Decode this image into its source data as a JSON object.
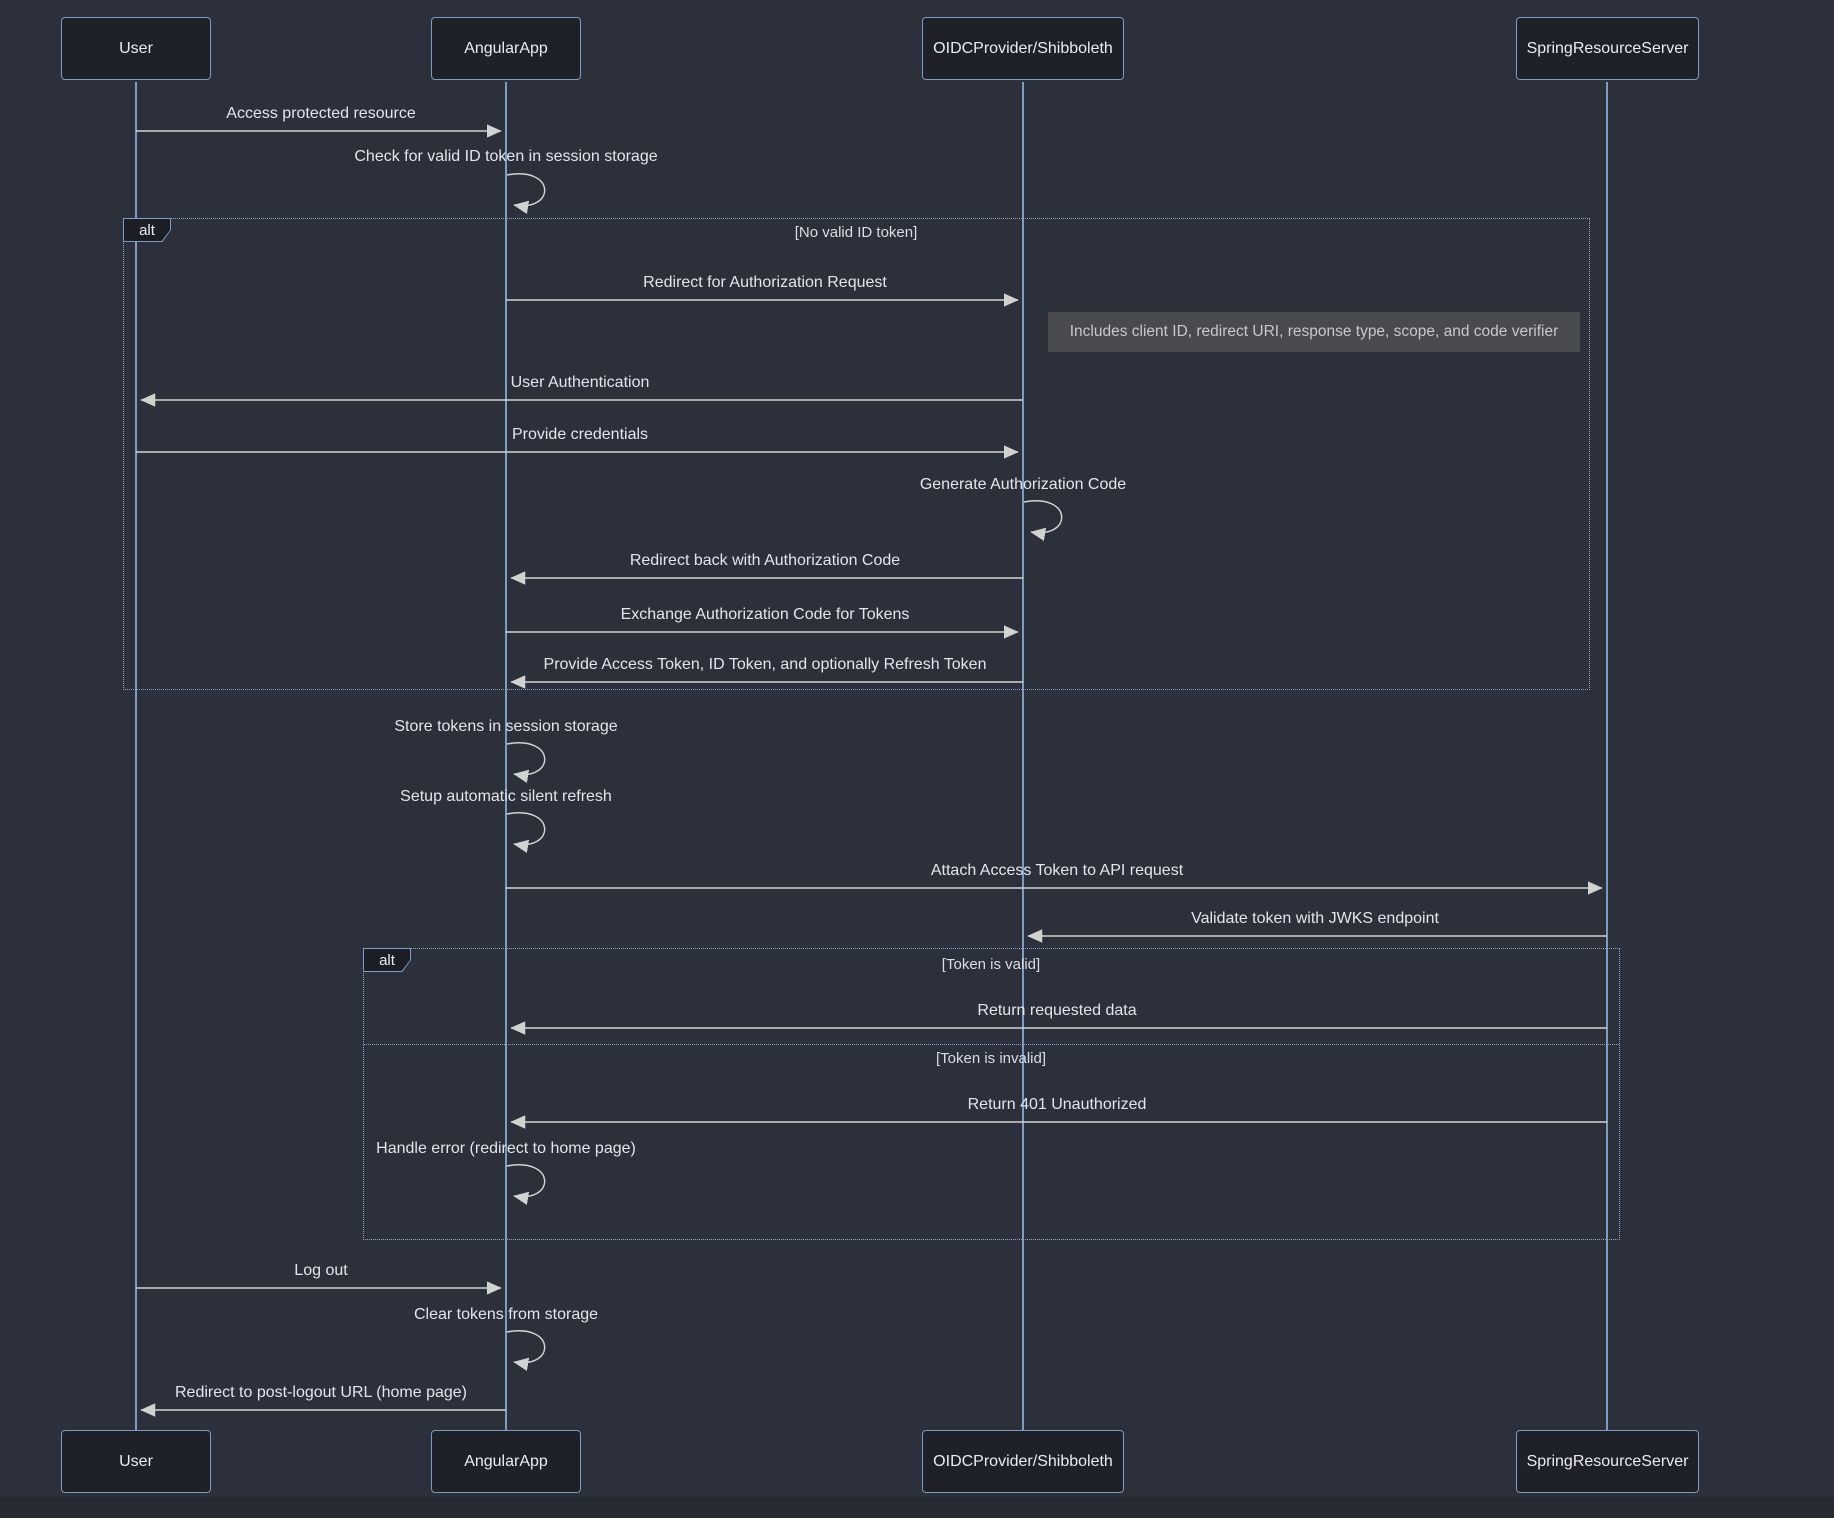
{
  "diagram_type": "sequence-diagram",
  "participants": [
    {
      "name": "User"
    },
    {
      "name": "AngularApp"
    },
    {
      "name": "OIDCProvider/Shibboleth"
    },
    {
      "name": "SpringResourceServer"
    }
  ],
  "messages": [
    {
      "label": "Access protected resource",
      "from": "User",
      "to": "AngularApp",
      "kind": "solid-arrow"
    },
    {
      "label": "Check for valid ID token in session storage",
      "from": "AngularApp",
      "to": "AngularApp",
      "kind": "self"
    },
    {
      "label": "Redirect for Authorization Request",
      "from": "AngularApp",
      "to": "OIDCProvider/Shibboleth",
      "kind": "solid-arrow"
    },
    {
      "label": "User Authentication",
      "from": "OIDCProvider/Shibboleth",
      "to": "User",
      "kind": "solid-arrow"
    },
    {
      "label": "Provide credentials",
      "from": "User",
      "to": "OIDCProvider/Shibboleth",
      "kind": "solid-arrow"
    },
    {
      "label": "Generate Authorization Code",
      "from": "OIDCProvider/Shibboleth",
      "to": "OIDCProvider/Shibboleth",
      "kind": "self"
    },
    {
      "label": "Redirect back with Authorization Code",
      "from": "OIDCProvider/Shibboleth",
      "to": "AngularApp",
      "kind": "solid-arrow"
    },
    {
      "label": "Exchange Authorization Code for Tokens",
      "from": "AngularApp",
      "to": "OIDCProvider/Shibboleth",
      "kind": "solid-arrow"
    },
    {
      "label": "Provide Access Token, ID Token, and optionally Refresh Token",
      "from": "OIDCProvider/Shibboleth",
      "to": "AngularApp",
      "kind": "solid-arrow"
    },
    {
      "label": "Store tokens in session storage",
      "from": "AngularApp",
      "to": "AngularApp",
      "kind": "self"
    },
    {
      "label": "Setup automatic silent refresh",
      "from": "AngularApp",
      "to": "AngularApp",
      "kind": "self"
    },
    {
      "label": "Attach Access Token to API request",
      "from": "AngularApp",
      "to": "SpringResourceServer",
      "kind": "solid-arrow"
    },
    {
      "label": "Validate token with JWKS endpoint",
      "from": "SpringResourceServer",
      "to": "OIDCProvider/Shibboleth",
      "kind": "solid-arrow"
    },
    {
      "label": "Return requested data",
      "from": "SpringResourceServer",
      "to": "AngularApp",
      "kind": "solid-arrow"
    },
    {
      "label": "Return 401 Unauthorized",
      "from": "SpringResourceServer",
      "to": "AngularApp",
      "kind": "solid-arrow"
    },
    {
      "label": "Handle error (redirect to home page)",
      "from": "AngularApp",
      "to": "AngularApp",
      "kind": "self"
    },
    {
      "label": "Log out",
      "from": "User",
      "to": "AngularApp",
      "kind": "solid-arrow"
    },
    {
      "label": "Clear tokens from storage",
      "from": "AngularApp",
      "to": "AngularApp",
      "kind": "self"
    },
    {
      "label": "Redirect to post-logout URL (home page)",
      "from": "AngularApp",
      "to": "User",
      "kind": "solid-arrow"
    }
  ],
  "alt1": {
    "keyword": "alt",
    "condition": "[No valid ID token]"
  },
  "alt2": {
    "keyword": "alt",
    "condition_valid": "[Token is valid]",
    "condition_invalid": "[Token is invalid]"
  },
  "note": {
    "text": "Includes client ID, redirect URI, response type, scope, and code verifier",
    "attached_to": "OIDCProvider/Shibboleth"
  },
  "colors": {
    "background": "#2b303a",
    "actor_fill": "#1e2127",
    "actor_border": "#7d9cc0",
    "lifeline": "#7d9cc0",
    "arrow": "#d2d2d2",
    "message_text": "#e2e6ec",
    "alt_border": "#8aa7c8",
    "note_fill": "#494a4e",
    "note_text": "#c7c8cb"
  }
}
